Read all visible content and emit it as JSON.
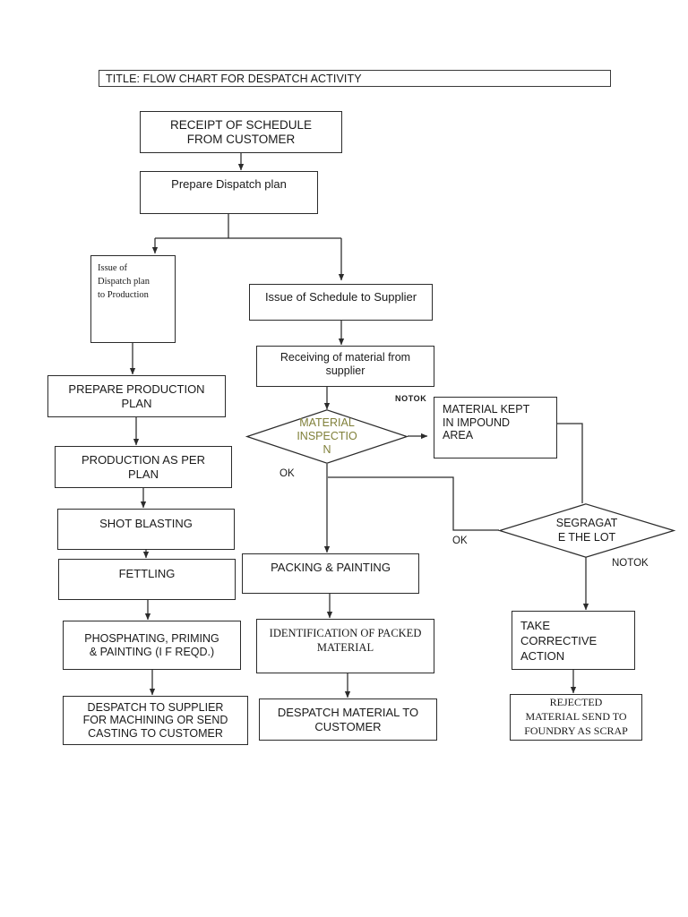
{
  "document": {
    "title_label": "TITLE: FLOW CHART FOR DESPATCH ACTIVITY"
  },
  "colors": {
    "stroke": "#2b2b2b",
    "text": "#1a1a1a",
    "inspection_text": "#80803a",
    "background": "#ffffff"
  },
  "flowchart": {
    "type": "flowchart",
    "orientation": "top-down",
    "nodes": [
      {
        "id": "receipt",
        "shape": "process",
        "label": "RECEIPT OF SCHEDULE\nFROM CUSTOMER"
      },
      {
        "id": "prepare_plan",
        "shape": "process",
        "label": "Prepare Dispatch plan"
      },
      {
        "id": "issue_prod",
        "shape": "process",
        "label": "Issue of\nDispatch plan\nto Production"
      },
      {
        "id": "issue_sched",
        "shape": "process",
        "label": "Issue of Schedule to Supplier"
      },
      {
        "id": "receiving",
        "shape": "process",
        "label": "Receiving of material from\nsupplier"
      },
      {
        "id": "prep_prod_plan",
        "shape": "process",
        "label": "PREPARE PRODUCTION\nPLAN"
      },
      {
        "id": "prod_as_per",
        "shape": "process",
        "label": "PRODUCTION AS PER\nPLAN"
      },
      {
        "id": "shot_blasting",
        "shape": "process",
        "label": "SHOT BLASTING"
      },
      {
        "id": "fettling",
        "shape": "process",
        "label": "FETTLING"
      },
      {
        "id": "phosphating",
        "shape": "process",
        "label": "PHOSPHATING, PRIMING\n& PAINTING  (I F REQD.)"
      },
      {
        "id": "despatch_sup",
        "shape": "process",
        "label": "DESPATCH TO SUPPLIER\nFOR MACHINING OR SEND\nCASTING TO CUSTOMER"
      },
      {
        "id": "inspection",
        "shape": "decision",
        "label": "MATERIAL\nINSPECTIO\nN"
      },
      {
        "id": "impound",
        "shape": "process",
        "label": "MATERIAL KEPT\nIN IMPOUND\nAREA"
      },
      {
        "id": "segregate",
        "shape": "decision",
        "label": "SEGRAGAT\nE THE LOT"
      },
      {
        "id": "packing",
        "shape": "process",
        "label": "PACKING & PAINTING"
      },
      {
        "id": "identification",
        "shape": "process",
        "label": "IDENTIFICATION OF PACKED\nMATERIAL"
      },
      {
        "id": "despatch_cust",
        "shape": "process",
        "label": "DESPATCH MATERIAL TO\nCUSTOMER"
      },
      {
        "id": "corrective",
        "shape": "process",
        "label": "TAKE\nCORRECTIVE\nACTION"
      },
      {
        "id": "rejected",
        "shape": "process",
        "label": "REJECTED\nMATERIAL SEND TO\nFOUNDRY AS SCRAP"
      }
    ],
    "edge_labels": [
      {
        "id": "inspection_notok",
        "label": "NOTOK"
      },
      {
        "id": "inspection_ok",
        "label": "OK"
      },
      {
        "id": "segregate_ok",
        "label": "OK"
      },
      {
        "id": "segregate_notok",
        "label": "NOTOK"
      }
    ],
    "edges": [
      {
        "from": "receipt",
        "to": "prepare_plan"
      },
      {
        "from": "prepare_plan",
        "to": "issue_prod"
      },
      {
        "from": "prepare_plan",
        "to": "issue_sched"
      },
      {
        "from": "issue_prod",
        "to": "prep_prod_plan"
      },
      {
        "from": "issue_sched",
        "to": "receiving"
      },
      {
        "from": "receiving",
        "to": "inspection"
      },
      {
        "from": "inspection",
        "to": "impound",
        "label": "NOTOK"
      },
      {
        "from": "inspection",
        "to": "packing",
        "label": "OK"
      },
      {
        "from": "impound",
        "to": "segregate"
      },
      {
        "from": "segregate",
        "to": "packing",
        "label": "OK"
      },
      {
        "from": "segregate",
        "to": "corrective",
        "label": "NOTOK"
      },
      {
        "from": "prep_prod_plan",
        "to": "prod_as_per"
      },
      {
        "from": "prod_as_per",
        "to": "shot_blasting"
      },
      {
        "from": "shot_blasting",
        "to": "fettling"
      },
      {
        "from": "fettling",
        "to": "phosphating"
      },
      {
        "from": "phosphating",
        "to": "despatch_sup"
      },
      {
        "from": "packing",
        "to": "identification"
      },
      {
        "from": "identification",
        "to": "despatch_cust"
      },
      {
        "from": "corrective",
        "to": "rejected"
      }
    ]
  }
}
